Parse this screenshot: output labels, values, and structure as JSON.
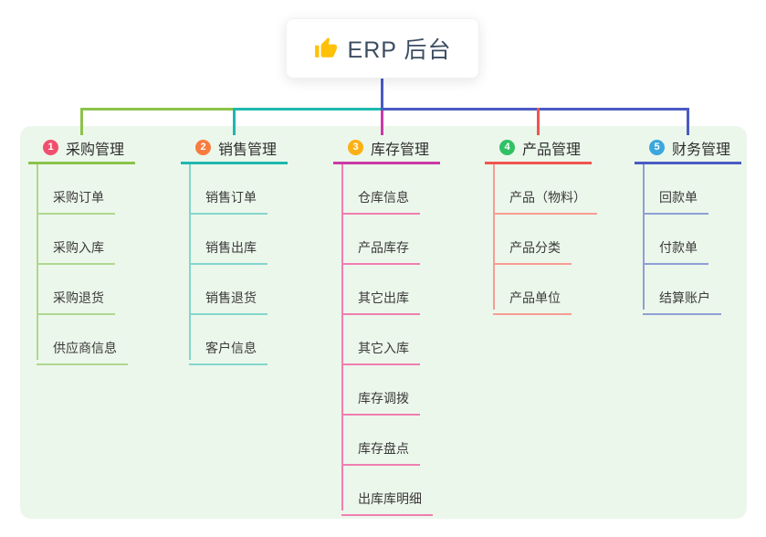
{
  "root": {
    "title": "ERP 后台",
    "icon": "thumbs-up",
    "icon_color": "#FFC107"
  },
  "canvas": {
    "panel_bg": "#ECF7EB",
    "connector_blue": "#4A5BC4"
  },
  "branches": [
    {
      "badge": "1",
      "label": "采购管理",
      "colors": {
        "badge": "#F0506E",
        "header": "#8BC34A",
        "sub": "#AFD88F"
      },
      "items": [
        "采购订单",
        "采购入库",
        "采购退货",
        "供应商信息"
      ]
    },
    {
      "badge": "2",
      "label": "销售管理",
      "colors": {
        "badge": "#F87C3E",
        "header": "#1EB8AE",
        "sub": "#84D6CE"
      },
      "items": [
        "销售订单",
        "销售出库",
        "销售退货",
        "客户信息"
      ]
    },
    {
      "badge": "3",
      "label": "库存管理",
      "colors": {
        "badge": "#FBB116",
        "header": "#C93AA6",
        "sub": "#F07EB2"
      },
      "items": [
        "仓库信息",
        "产品库存",
        "其它出库",
        "其它入库",
        "库存调拨",
        "库存盘点",
        "出库库明细"
      ]
    },
    {
      "badge": "4",
      "label": "产品管理",
      "colors": {
        "badge": "#30C165",
        "header": "#F05450",
        "sub": "#F89C95"
      },
      "items": [
        "产品（物料）",
        "产品分类",
        "产品单位"
      ]
    },
    {
      "badge": "5",
      "label": "财务管理",
      "colors": {
        "badge": "#3BA7DE",
        "header": "#4A5BC4",
        "sub": "#8E9FD6"
      },
      "items": [
        "回款单",
        "付款单",
        "结算账户"
      ]
    }
  ]
}
